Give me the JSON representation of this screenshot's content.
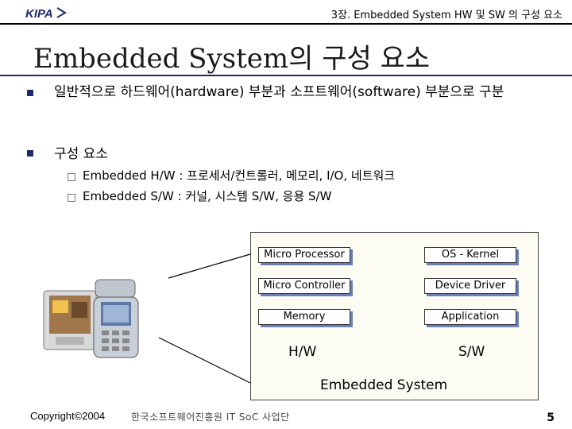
{
  "header": {
    "logo_text": "KIPA",
    "chapter": "3장. Embedded System HW 및 SW 의 구성 요소"
  },
  "slide": {
    "title": "Embedded System의 구성 요소",
    "bullets": [
      {
        "text": "일반적으로 하드웨어(hardware) 부분과 소프트웨어(software) 부분으로 구분"
      },
      {
        "text": "구성 요소"
      }
    ],
    "sub_bullets": [
      "Embedded H/W : 프로세서/컨트롤러, 메모리, I/O, 네트워크",
      "Embedded S/W : 커널, 시스템 S/W, 응용 S/W"
    ]
  },
  "diagram": {
    "hw_boxes": [
      "Micro Processor",
      "Micro Controller",
      "Memory"
    ],
    "sw_boxes": [
      "OS - Kernel",
      "Device Driver",
      "Application"
    ],
    "hw_label": "H/W",
    "sw_label": "S/W",
    "system_label": "Embedded System",
    "box_shadow_color": "#6b7fb8",
    "devices": [
      "pda-image",
      "mobile-phone-image"
    ]
  },
  "footer": {
    "copyright": "Copyright©2004",
    "org": "한국소프트웨어진흥원 IT SoC 사업단",
    "page": "5"
  }
}
